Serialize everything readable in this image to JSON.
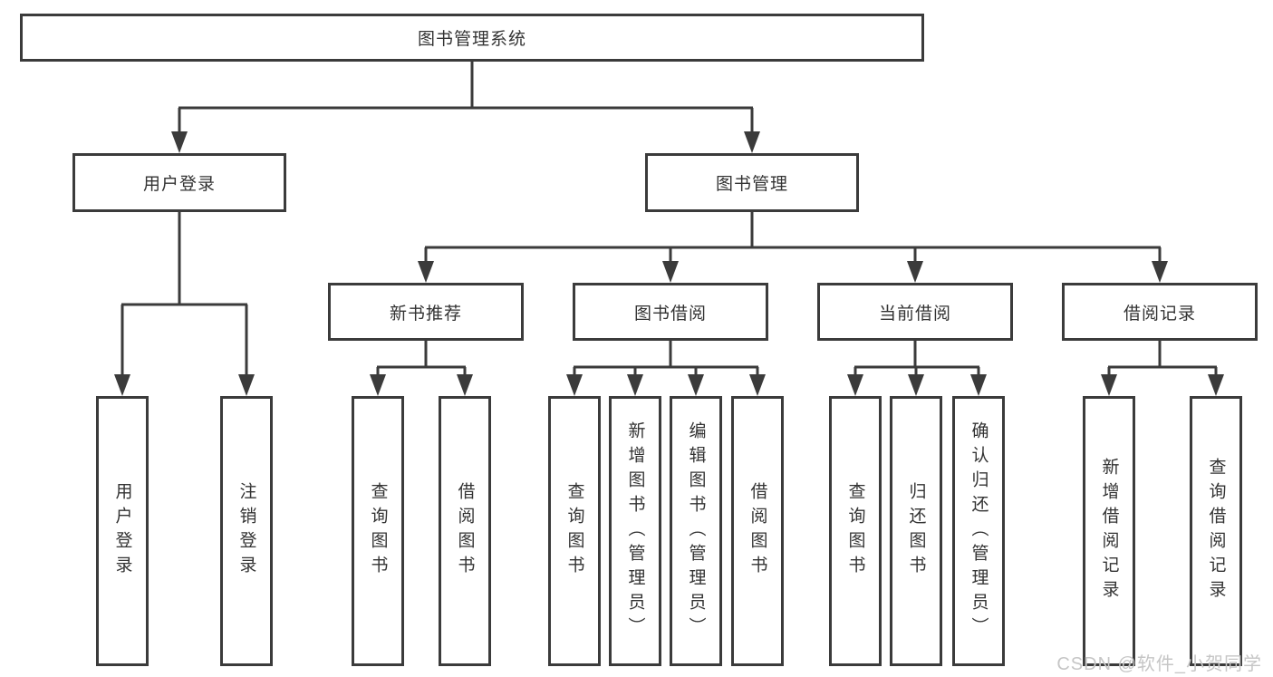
{
  "diagram": {
    "type": "tree",
    "title": "图书管理系统",
    "tree": {
      "label": "图书管理系统",
      "children": [
        {
          "label": "用户登录",
          "children": [
            {
              "label": "用户登录"
            },
            {
              "label": "注销登录"
            }
          ]
        },
        {
          "label": "图书管理",
          "children": [
            {
              "label": "新书推荐",
              "children": [
                {
                  "label": "查询图书"
                },
                {
                  "label": "借阅图书"
                }
              ]
            },
            {
              "label": "图书借阅",
              "children": [
                {
                  "label": "查询图书"
                },
                {
                  "label": "新增图书（管理员）"
                },
                {
                  "label": "编辑图书（管理员）"
                },
                {
                  "label": "借阅图书"
                }
              ]
            },
            {
              "label": "当前借阅",
              "children": [
                {
                  "label": "查询图书"
                },
                {
                  "label": "归还图书"
                },
                {
                  "label": "确认归还（管理员）"
                }
              ]
            },
            {
              "label": "借阅记录",
              "children": [
                {
                  "label": "新增借阅记录"
                },
                {
                  "label": "查询借阅记录"
                }
              ]
            }
          ]
        }
      ]
    }
  },
  "watermark": "CSDN @软件_小贺同学",
  "colors": {
    "line": "#3b3b3b",
    "box_border": "#3b3b3b",
    "text": "#333333",
    "watermark": "#c6c6c6",
    "background": "#ffffff"
  }
}
